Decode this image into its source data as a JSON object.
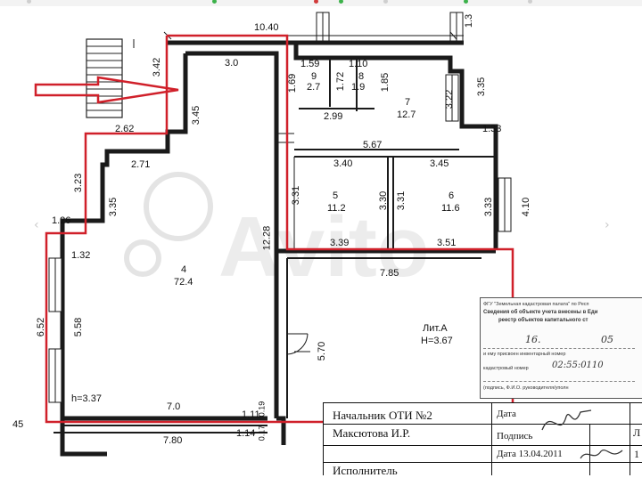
{
  "colors": {
    "wall": "#1a1a1a",
    "red_outline": "#d0202a",
    "arrow": "#d0202a",
    "watermark": "#e6e6e6",
    "nav": "#c9c9c9"
  },
  "icons": {
    "prev": "chevron-left-icon",
    "next": "chevron-right-icon",
    "entry_arrow": "arrow-right-icon"
  },
  "nav": {
    "prev": "‹",
    "next": "›"
  },
  "watermark": {
    "text": "Avito"
  },
  "rooms": [
    {
      "id": "4",
      "num": "4",
      "area": "72.4"
    },
    {
      "id": "5",
      "num": "5",
      "area": "11.2"
    },
    {
      "id": "6",
      "num": "6",
      "area": "11.6"
    },
    {
      "id": "7",
      "num": "7",
      "area": "12.7"
    },
    {
      "id": "8",
      "num": "8",
      "area": "1.9"
    },
    {
      "id": "9",
      "num": "9",
      "area": "2.7"
    }
  ],
  "dimensions": {
    "top_width": "10.40",
    "top_right": "1.3",
    "d_3_42": "3.42",
    "d_3_0": "3.0",
    "d_1_69": "1.69",
    "d_1_59": "1.59",
    "d_1_10": "1.10",
    "d_1_72": "1.72",
    "d_1_85": "1.85",
    "d_2_99": "2.99",
    "d_3_35_right": "3.35",
    "d_3_22": "3.22",
    "d_3_45_left": "3.45",
    "d_2_62": "2.62",
    "d_1_33": "1.33",
    "d_5_67": "5.67",
    "d_2_71": "2.71",
    "d_3_40": "3.40",
    "d_3_45_right": "3.45",
    "d_3_23": "3.23",
    "d_3_35_left": "3.35",
    "d_3_31_a": "3.31",
    "d_3_30": "3.30",
    "d_3_31_b": "3.31",
    "d_3_33": "3.33",
    "d_4_10": "4.10",
    "d_1_26": "1.26",
    "d_12_28": "12.28",
    "d_3_39": "3.39",
    "d_3_51": "3.51",
    "d_1_32": "1.32",
    "d_7_85": "7.85",
    "d_6_52": "6.52",
    "d_5_58": "5.58",
    "d_5_70": "5.70",
    "h_main": "h=3.37",
    "d_7_0": "7.0",
    "d_1_11": "1.11",
    "d_0_19": "0.19",
    "d_1_14": "1.14",
    "d_0_17": "0.17",
    "d_7_80": "7.80",
    "d_45": "45"
  },
  "lit": {
    "title": "Лит.А",
    "height": "H=3.67"
  },
  "stamp": {
    "line1": "ФГУ \"Земельная кадастровая палата\" по Респ",
    "line2": "Сведения об объекте учета внесены в Еди",
    "line3": "реестр объектов капитального ст",
    "line4": "и ему присвоен инвентарный номер",
    "line5": "кадастровый номер",
    "line6": "(подпись, Ф.И.О. руководителя/уполн",
    "hand1": "16.",
    "hand2": "05",
    "hand3": "02:55:0110"
  },
  "sign_table": {
    "head": "Начальник ОТИ №2",
    "name": "Максютова И.Р.",
    "executor": "Исполнитель",
    "date_label": "Дата",
    "sign_label": "Подпись",
    "date_value": "Дата 13.04.2011",
    "right_letter_1": "Л",
    "right_letter_2": "1"
  }
}
